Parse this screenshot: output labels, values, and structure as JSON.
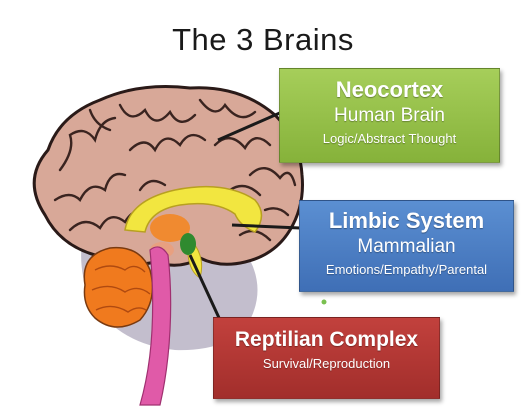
{
  "title": "The 3 Brains",
  "neocortex": {
    "heading": "Neocortex",
    "subtitle": "Human Brain",
    "description": "Logic/Abstract Thought",
    "color": "#96c04a"
  },
  "limbic": {
    "heading": "Limbic System",
    "subtitle": "Mammalian",
    "description": "Emotions/Empathy/Parental",
    "color": "#4a7fc4"
  },
  "reptilian": {
    "heading": "Reptilian Complex",
    "description": "Survival/Reproduction",
    "color": "#b23834"
  },
  "colors": {
    "cortex": "#d8a898",
    "cortex_outline": "#2a1a18",
    "limbic_yellow": "#f2e640",
    "cerebellum": "#f07a1e",
    "brainstem": "#e05aa8",
    "amygdala": "#2f8a2f"
  }
}
